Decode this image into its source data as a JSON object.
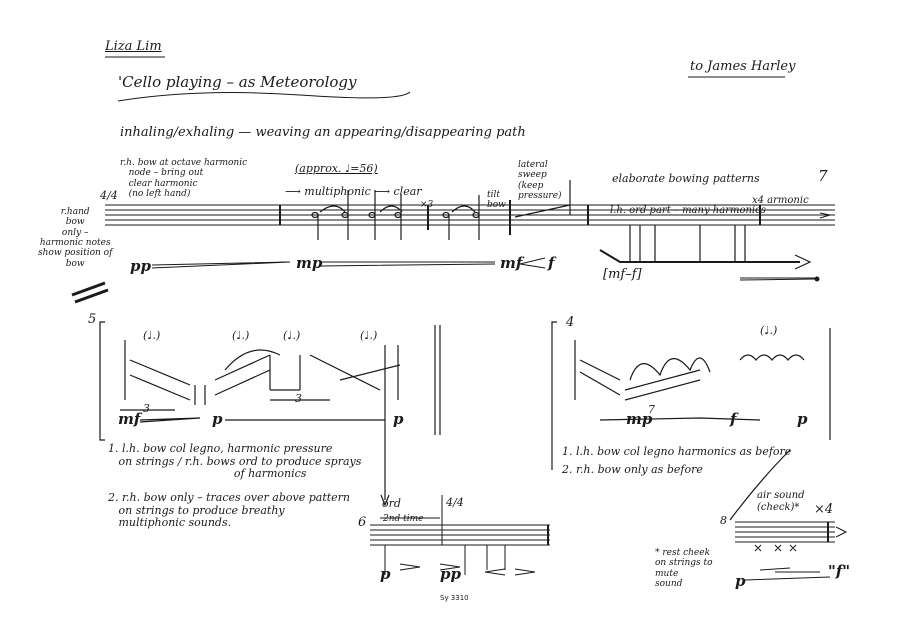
{
  "header": {
    "composer": "Liza Lim",
    "title": "'Cello playing – as Meteorology",
    "dedication": "to James Harley",
    "subtitle": "inhaling/exhaling — weaving an appearing/disappearing path"
  },
  "system1": {
    "left_note": "r.hand\nbow\nonly –\nharmonic notes\nshow position of\nbow",
    "harmonic_note": "r.h. bow at octave harmonic\n   node – bring out\n   clear harmonic\n   (no left hand)",
    "tempo": "(approx. ♩=56)",
    "multiphonic": "⟶ multiphonic ⟶ clear",
    "times3": "×3",
    "tilt_bow": "tilt\nbow",
    "lateral_sweep": "lateral\nsweep\n(keep\npressure)",
    "elaborate": "elaborate bowing patterns",
    "rest_7": "7",
    "lh_ord": "l.h. ord part – many harmonics",
    "x4_armonic": "x4 armonic",
    "dyn_pp": "pp",
    "dyn_mp": "mp",
    "dyn_mf": "mf",
    "dyn_f": "f",
    "dyn_bracket": "[mf–f]",
    "time_sig": "4/4"
  },
  "system2": {
    "number_5": "5",
    "number_4": "4",
    "dotted_quarter": "(♩.)",
    "triplet": "3",
    "dyn_mf": "mf",
    "dyn_p": "p",
    "dyn_mp": "mp",
    "septuplet": "7",
    "dyn_f": "f",
    "instructions_left": [
      "1. l.h. bow col legno, harmonic pressure\n   on strings / r.h. bows ord to produce sprays\n                                    of harmonics",
      "2. r.h. bow only – traces over above pattern\n   on strings to produce breathy\n   multiphonic sounds."
    ],
    "instructions_right": [
      "1. l.h. bow col legno harmonics as before",
      "2. r.h. bow only as before"
    ]
  },
  "system3": {
    "number_6": "6",
    "ord": "ord",
    "second_time": "2nd time",
    "time_sig": "4/4",
    "dyn_p": "p",
    "dyn_pp": "pp",
    "number_8": "8",
    "air_sound": "air sound\n(check)*",
    "x4": "×4",
    "footnote": "* rest cheek\non strings to\nmute\nsound",
    "dyn_f_quoted": "\"f\""
  },
  "footer": {
    "catalog": "Sy 3310"
  }
}
